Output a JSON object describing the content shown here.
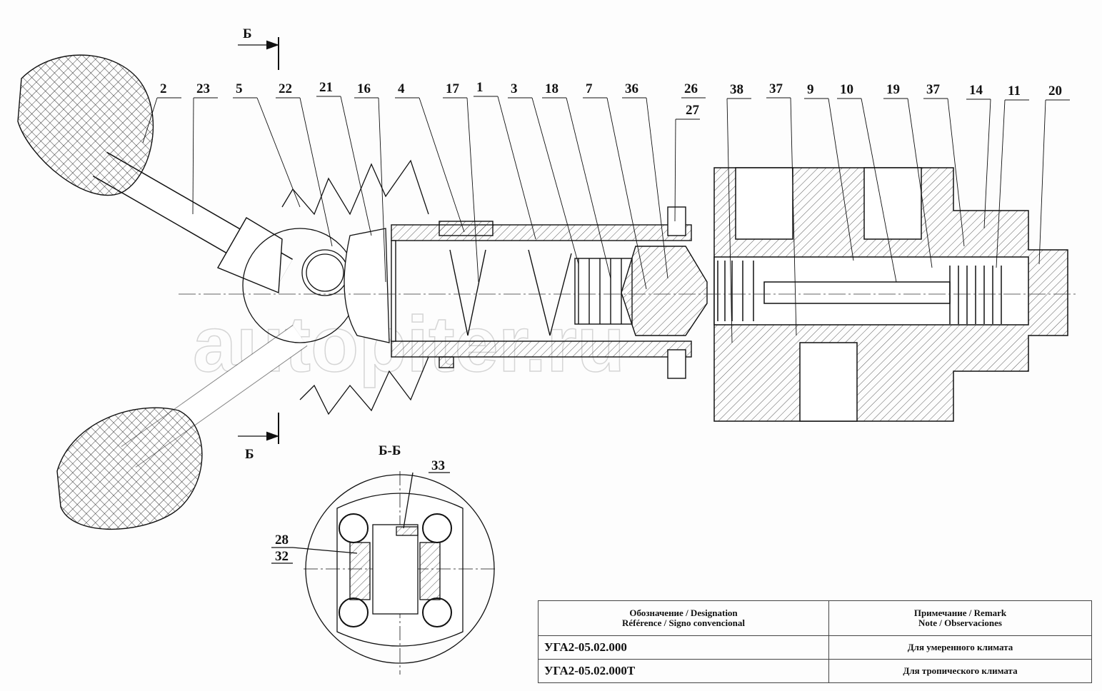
{
  "drawing": {
    "watermark": "autopiter.ru",
    "section_marks": {
      "top": "Б",
      "bottom": "Б",
      "section_title": "Б-Б"
    },
    "callouts": [
      "2",
      "23",
      "5",
      "22",
      "21",
      "16",
      "4",
      "17",
      "1",
      "3",
      "18",
      "7",
      "36",
      "26",
      "27",
      "38",
      "37",
      "9",
      "10",
      "19",
      "37",
      "14",
      "11",
      "20"
    ],
    "section_callouts": [
      "33",
      "28",
      "32"
    ]
  },
  "table": {
    "headers": [
      {
        "line1": "Обозначение / Designation",
        "line2": "Référence / Signo convencional"
      },
      {
        "line1": "Примечание / Remark",
        "line2": "Note / Observaciones"
      }
    ],
    "rows": [
      {
        "designation": "УГА2-05.02.000",
        "remark": "Для умеренного климата"
      },
      {
        "designation": "УГА2-05.02.000Т",
        "remark": "Для тропического климата"
      }
    ]
  }
}
